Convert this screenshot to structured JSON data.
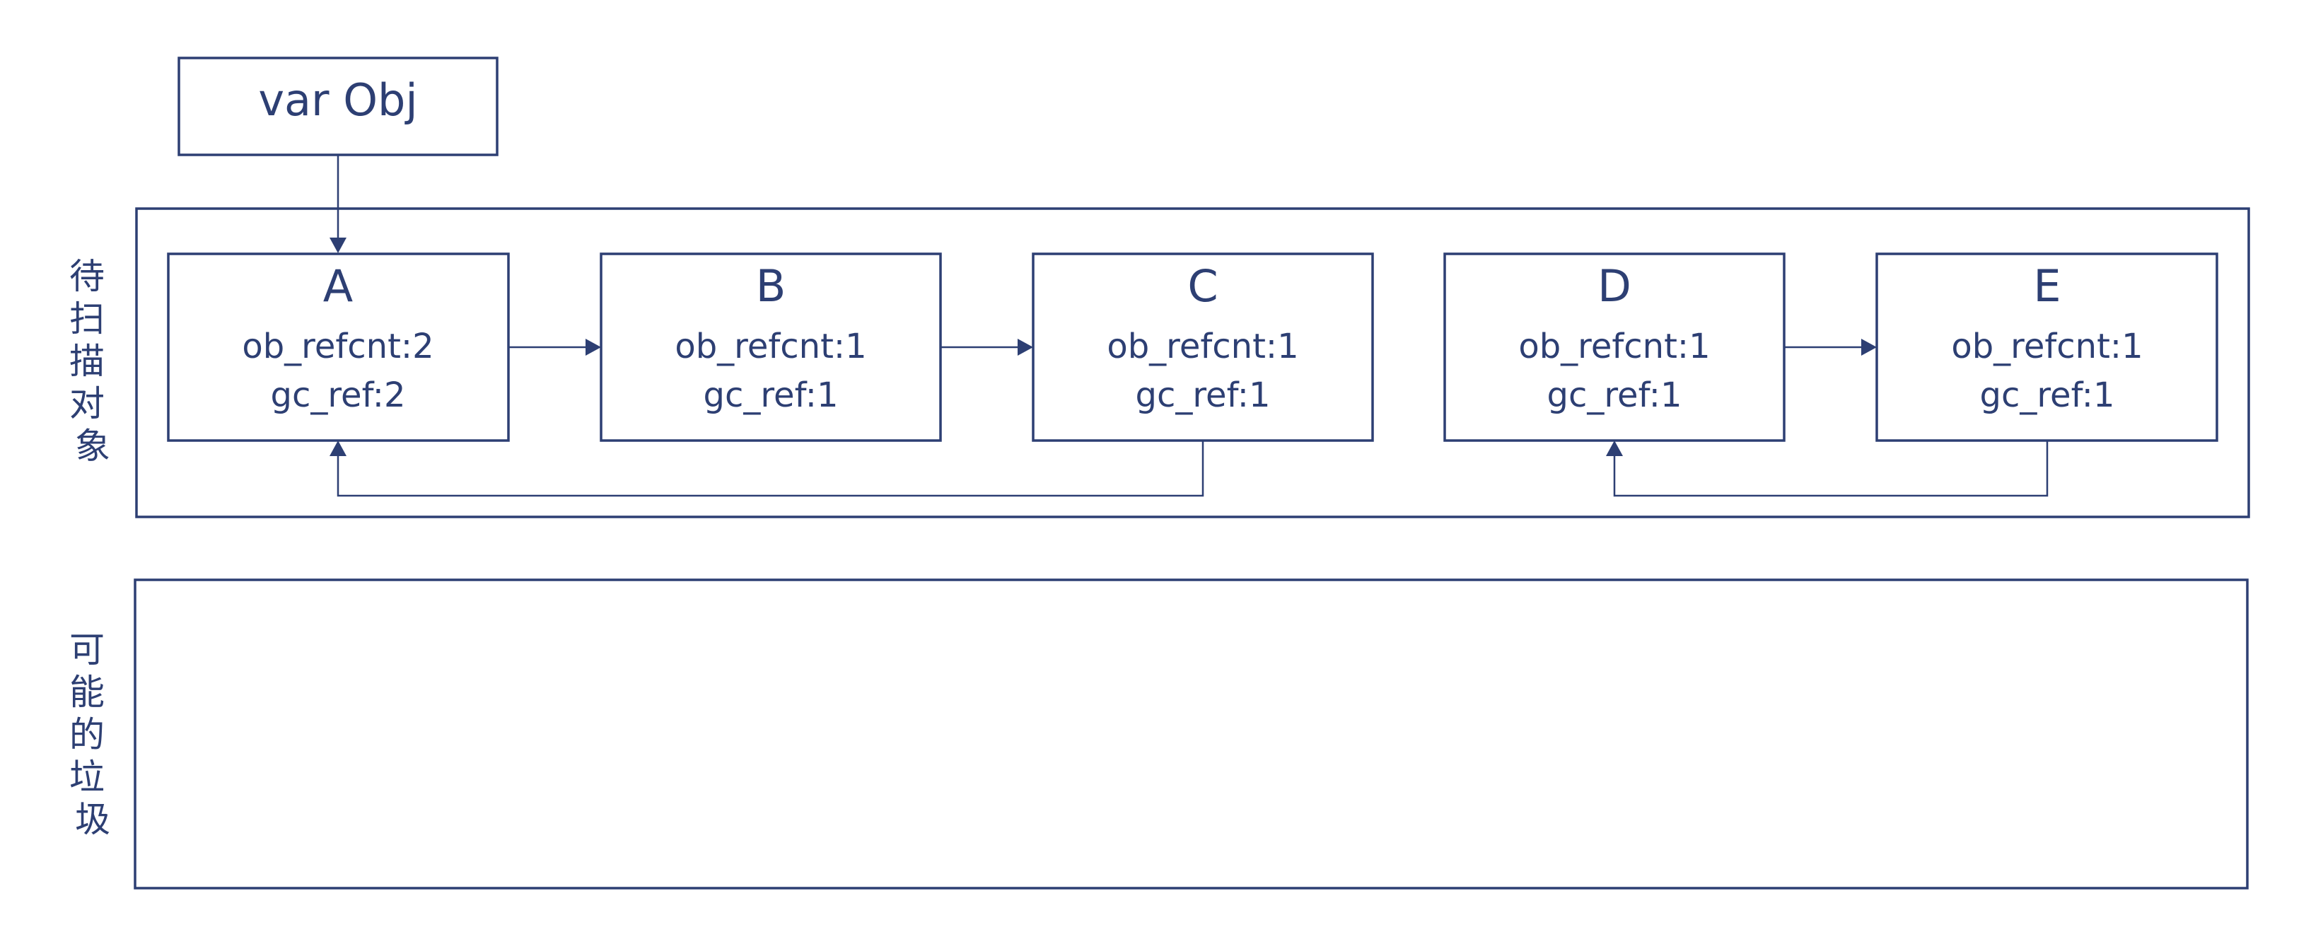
{
  "colors": {
    "stroke": "#2d3f73",
    "text": "#2d3f73",
    "background": "#ffffff"
  },
  "variable": {
    "label": "var Obj"
  },
  "regions": {
    "scan": {
      "label": "待扫描对象"
    },
    "garbage": {
      "label": "可能的垃圾"
    }
  },
  "nodes": [
    {
      "name": "A",
      "refcnt": "ob_refcnt:2",
      "gcref": "gc_ref:2"
    },
    {
      "name": "B",
      "refcnt": "ob_refcnt:1",
      "gcref": "gc_ref:1"
    },
    {
      "name": "C",
      "refcnt": "ob_refcnt:1",
      "gcref": "gc_ref:1"
    },
    {
      "name": "D",
      "refcnt": "ob_refcnt:1",
      "gcref": "gc_ref:1"
    },
    {
      "name": "E",
      "refcnt": "ob_refcnt:1",
      "gcref": "gc_ref:1"
    }
  ],
  "edges": [
    {
      "from": "var Obj",
      "to": "A"
    },
    {
      "from": "A",
      "to": "B"
    },
    {
      "from": "B",
      "to": "C"
    },
    {
      "from": "C",
      "to": "A"
    },
    {
      "from": "D",
      "to": "E"
    },
    {
      "from": "E",
      "to": "D"
    }
  ]
}
